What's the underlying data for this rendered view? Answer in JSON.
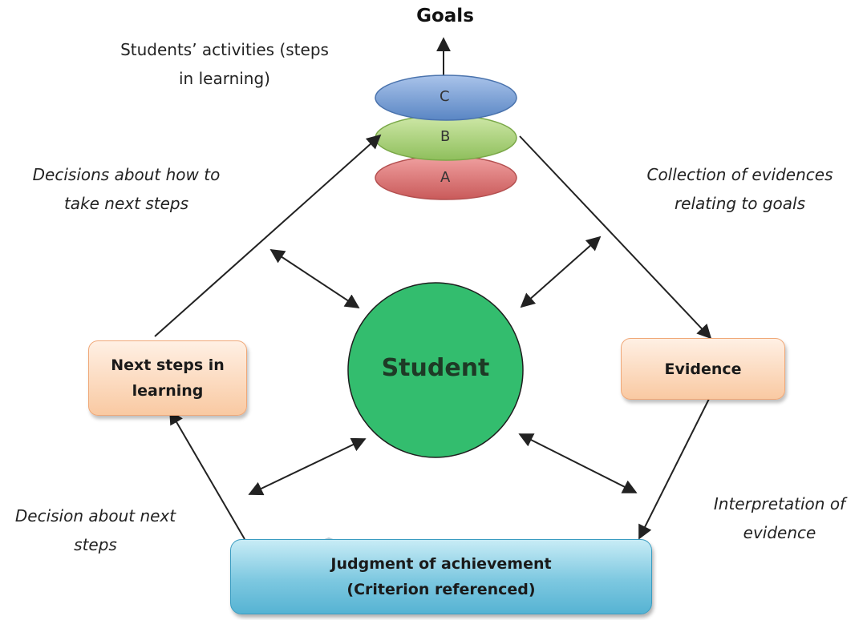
{
  "title": "Goals",
  "activities_label": [
    "Students’ activities (steps",
    "in learning)"
  ],
  "goal_levels": [
    "C",
    "B",
    "A"
  ],
  "center": "Student",
  "nodes": {
    "next_steps": [
      "Next steps in",
      "learning"
    ],
    "evidence": "Evidence",
    "judgment": [
      "Judgment of achievement",
      "(Criterion referenced)"
    ]
  },
  "edge_labels": {
    "decisions_how": [
      "Decisions about how to",
      "take next steps"
    ],
    "collection": [
      "Collection of evidences",
      "relating to goals"
    ],
    "decision_next": [
      "Decision about next",
      "steps"
    ],
    "interpretation": [
      "Interpretation of",
      "evidence"
    ]
  },
  "colors": {
    "student": "#33bd6e",
    "disc_c": "#6f9bd4",
    "disc_b": "#a9d27c",
    "disc_a": "#d86f6f",
    "node_orange": "#f9c9a2",
    "node_blue": "#7dc8e0"
  }
}
